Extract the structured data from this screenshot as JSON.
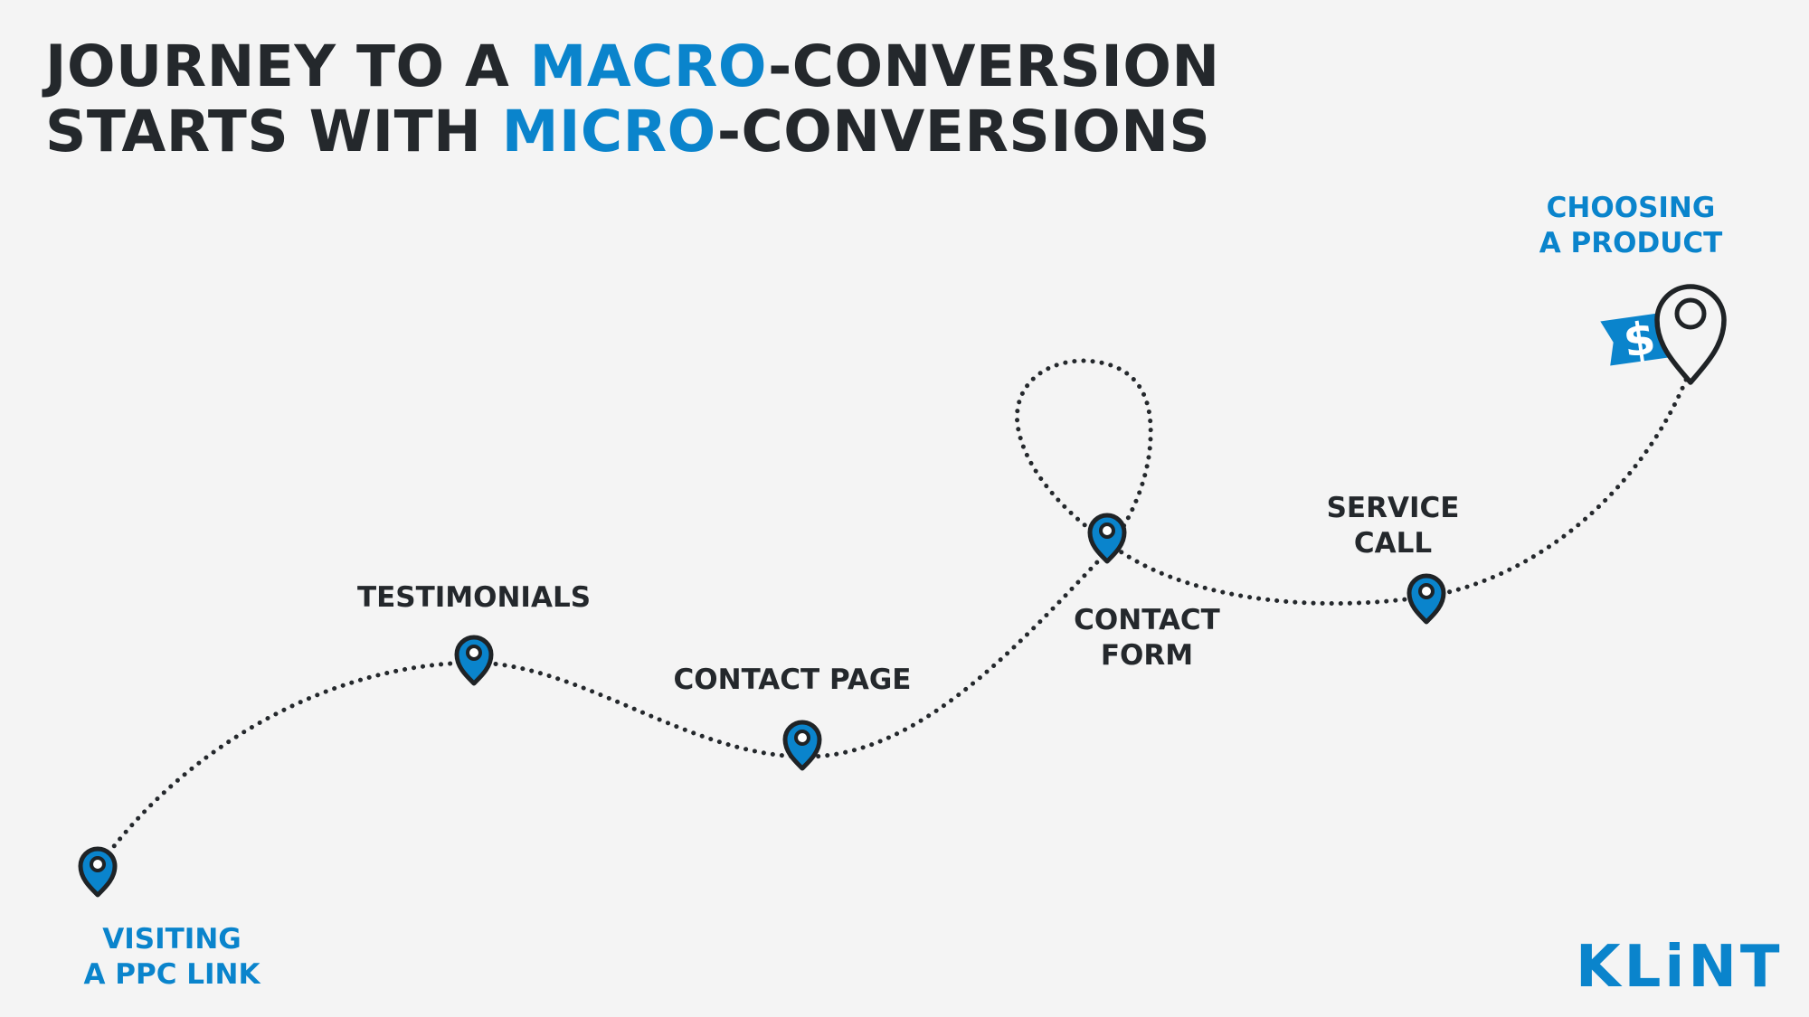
{
  "headline": {
    "line1": {
      "pre": "JOURNEY TO A ",
      "accent": "MACRO",
      "post": "-CONVERSION"
    },
    "line2": {
      "pre": "STARTS WITH ",
      "accent": "MICRO",
      "post": "-CONVERSIONS"
    }
  },
  "steps": [
    {
      "lines": [
        "VISITING",
        "A PPC LINK"
      ]
    },
    {
      "lines": [
        "TESTIMONIALS"
      ]
    },
    {
      "lines": [
        "CONTACT PAGE"
      ]
    },
    {
      "lines": [
        "CONTACT",
        "FORM"
      ]
    },
    {
      "lines": [
        "SERVICE",
        "CALL"
      ]
    },
    {
      "lines": [
        "CHOOSING",
        "A PRODUCT"
      ]
    }
  ],
  "tag_symbol": "$",
  "logo": "KLiNT",
  "colors": {
    "accent": "#0a84cc",
    "ink": "#24282c",
    "background": "#f4f4f4"
  },
  "icons": [
    "map-pin-icon",
    "dollar-tag-icon"
  ]
}
